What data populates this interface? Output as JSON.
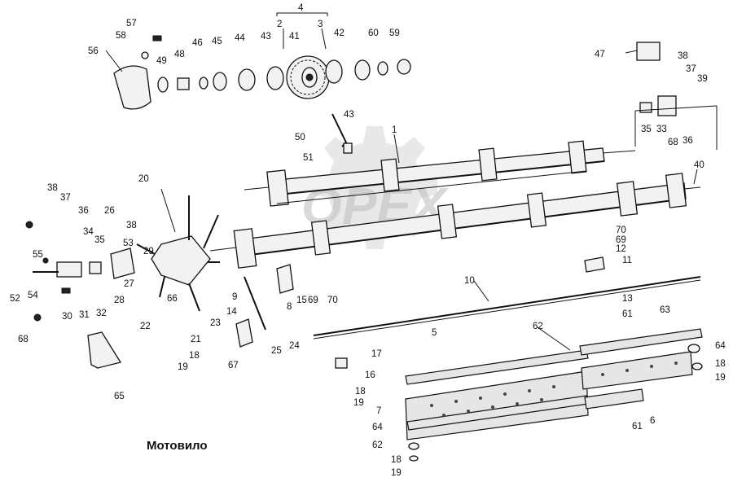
{
  "title": "Мотовило",
  "watermark": "OPEX",
  "part_labels": [
    "1",
    "2",
    "3",
    "4",
    "5",
    "6",
    "7",
    "8",
    "9",
    "10",
    "11",
    "12",
    "13",
    "14",
    "15",
    "16",
    "17",
    "18",
    "18",
    "18",
    "18",
    "19",
    "19",
    "19",
    "19",
    "20",
    "21",
    "22",
    "23",
    "24",
    "25",
    "26",
    "27",
    "28",
    "29",
    "30",
    "31",
    "32",
    "33",
    "34",
    "35",
    "35",
    "36",
    "36",
    "37",
    "37",
    "38",
    "38",
    "38",
    "39",
    "40",
    "41",
    "42",
    "43",
    "43",
    "44",
    "45",
    "46",
    "47",
    "48",
    "49",
    "50",
    "51",
    "52",
    "53",
    "54",
    "55",
    "56",
    "57",
    "58",
    "59",
    "60",
    "61",
    "61",
    "62",
    "62",
    "63",
    "64",
    "64",
    "65",
    "66",
    "67",
    "68",
    "68",
    "69",
    "69",
    "70",
    "70"
  ]
}
